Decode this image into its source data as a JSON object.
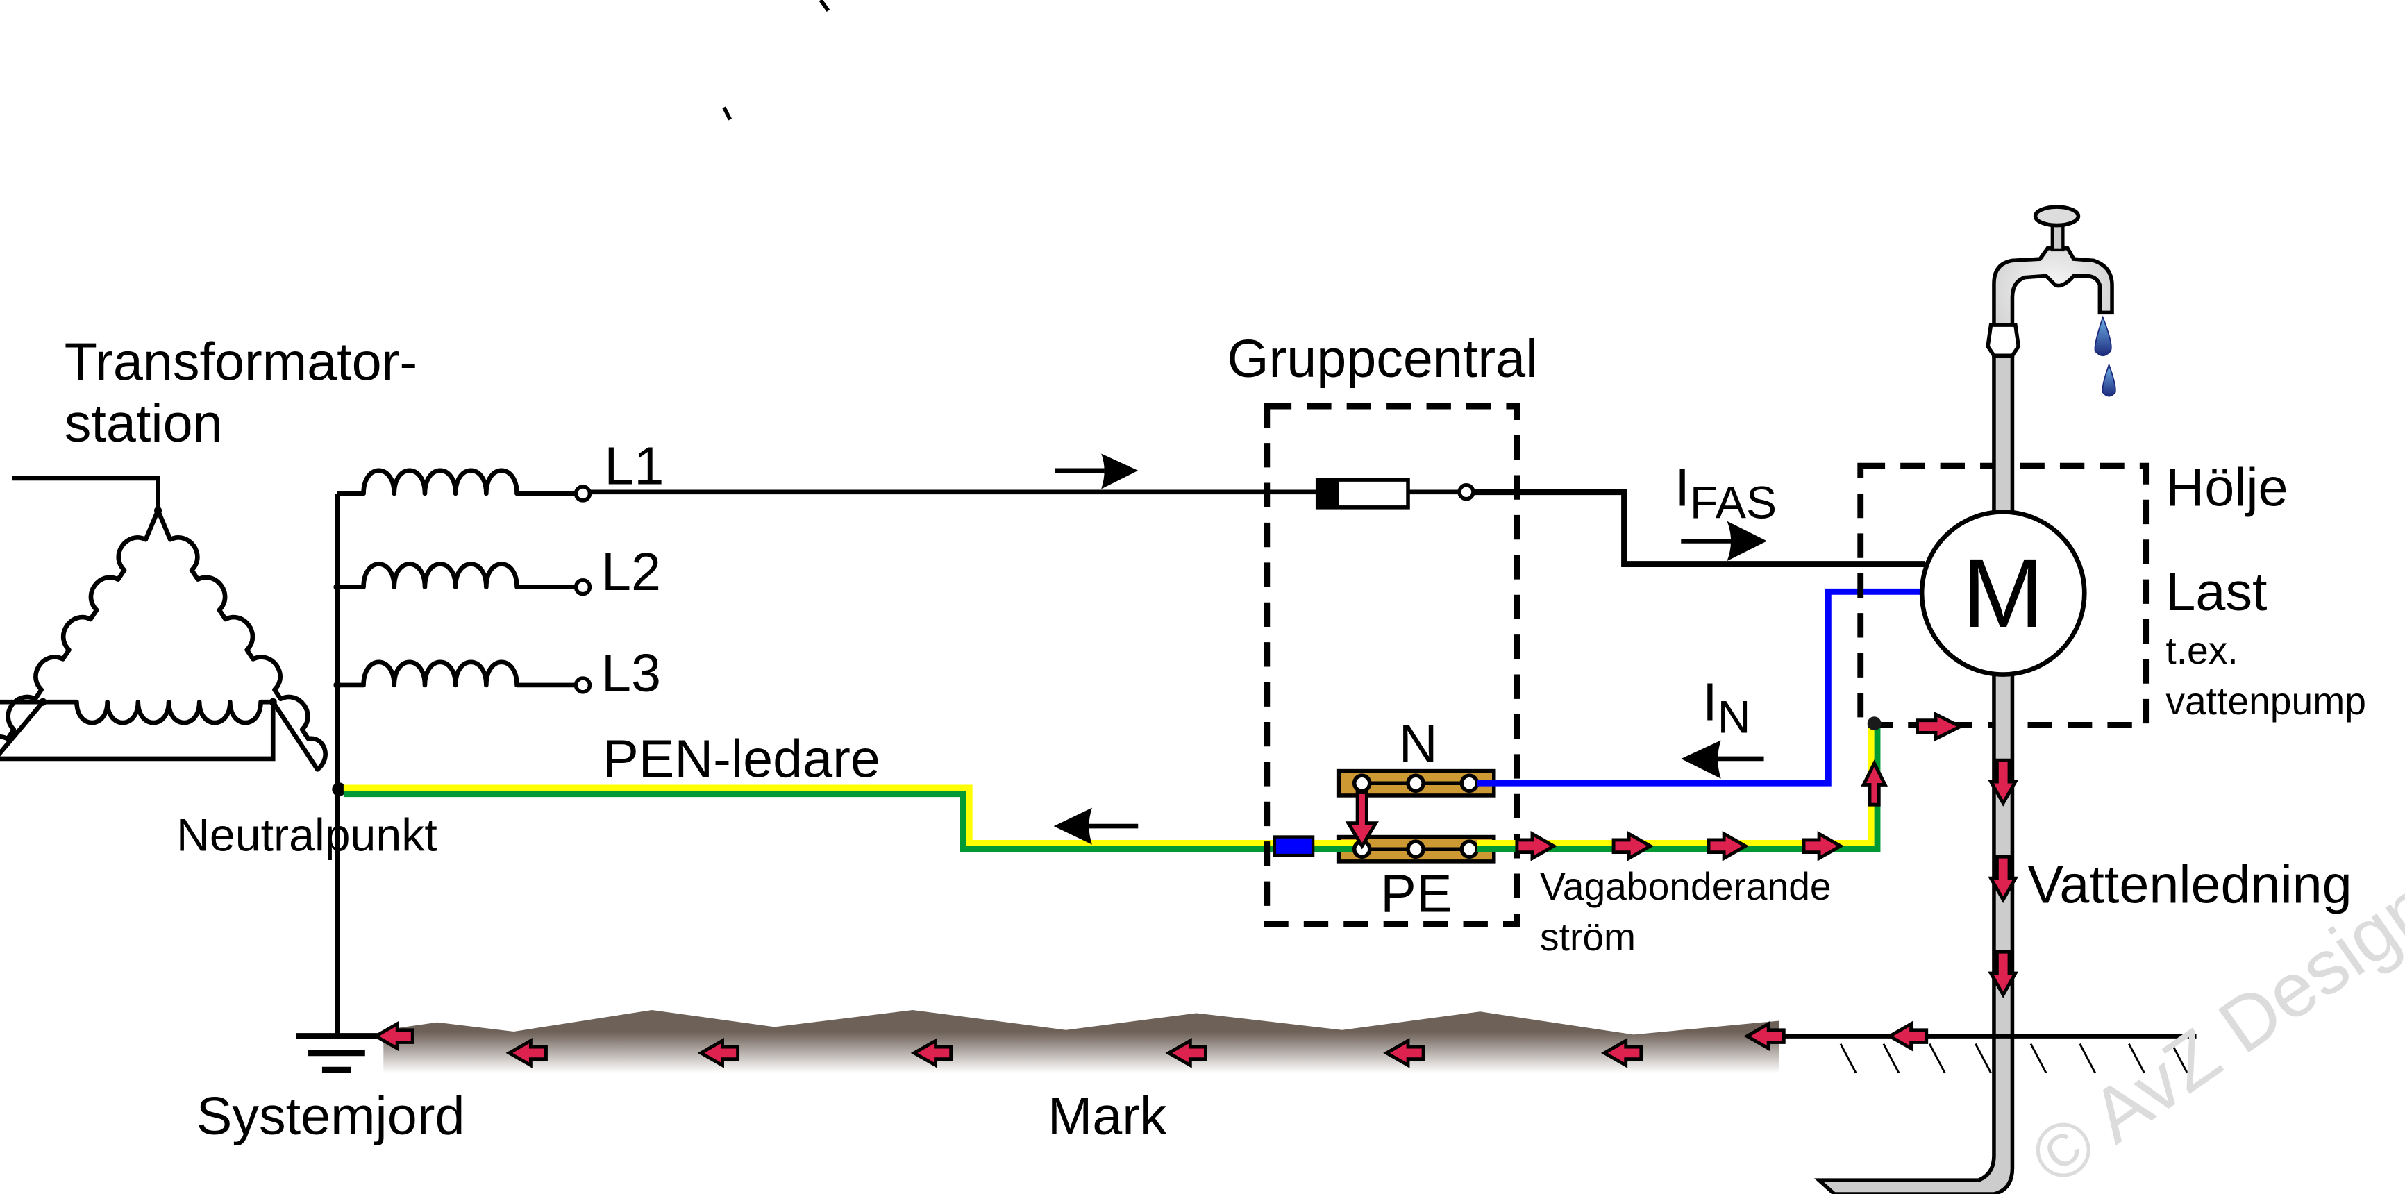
{
  "labels": {
    "transformer_line1": "Transformator-",
    "transformer_line2": "station",
    "l1": "L1",
    "l2": "L2",
    "l3": "L3",
    "pen": "PEN-ledare",
    "neutral_point": "Neutralpunkt",
    "system_earth": "Systemjord",
    "ground": "Mark",
    "group_central": "Gruppcentral",
    "n_bar": "N",
    "pe_bar": "PE",
    "i_fas_main": "I",
    "i_fas_sub": "FAS",
    "i_n_main": "I",
    "i_n_sub": "N",
    "motor": "M",
    "enclosure": "Hölje",
    "load": "Last",
    "load_example_1": "t.ex.",
    "load_example_2": "vattenpump",
    "stray_current_1": "Vagabonderande",
    "stray_current_2": "ström",
    "water_pipe": "Vattenledning",
    "watermark": "© AvZ Design"
  },
  "colors": {
    "pe_yellow": "#FFFF00",
    "pe_green": "#009933",
    "neutral_blue": "#0000FF",
    "terminal_brass": "#CC9933",
    "stray_arrow_red": "#DD2250",
    "pipe_gray": "#CCCCCC",
    "ground_brown": "#6E6158"
  },
  "icons": {
    "transformer": "delta-winding-icon",
    "coil": "inductor-coil-icon",
    "fuse": "fuse-icon",
    "motor": "motor-circle-icon",
    "earth": "ground-symbol-icon",
    "tap": "water-tap-icon",
    "drop": "water-drop-icon",
    "current_arrow": "arrow-icon"
  }
}
